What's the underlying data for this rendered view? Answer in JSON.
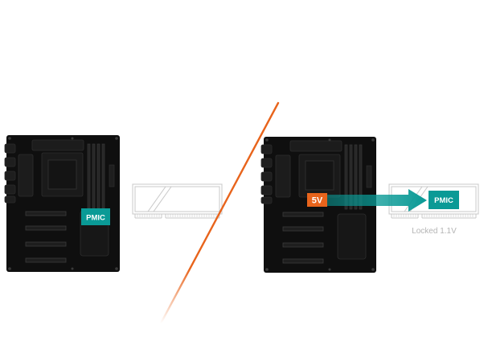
{
  "left_panel": {
    "pmic_label": "PMIC"
  },
  "right_panel": {
    "voltage_label": "5V",
    "pmic_label": "PMIC",
    "caption": "Locked 1.1V"
  },
  "colors": {
    "board": "#0f0f0f",
    "pmic_teal": "#0a9a96",
    "voltage_orange": "#e8641c",
    "divider_orange": "#e8641c",
    "ram_outline": "#c8c8c8",
    "caption_gray": "#b4b4b4"
  }
}
